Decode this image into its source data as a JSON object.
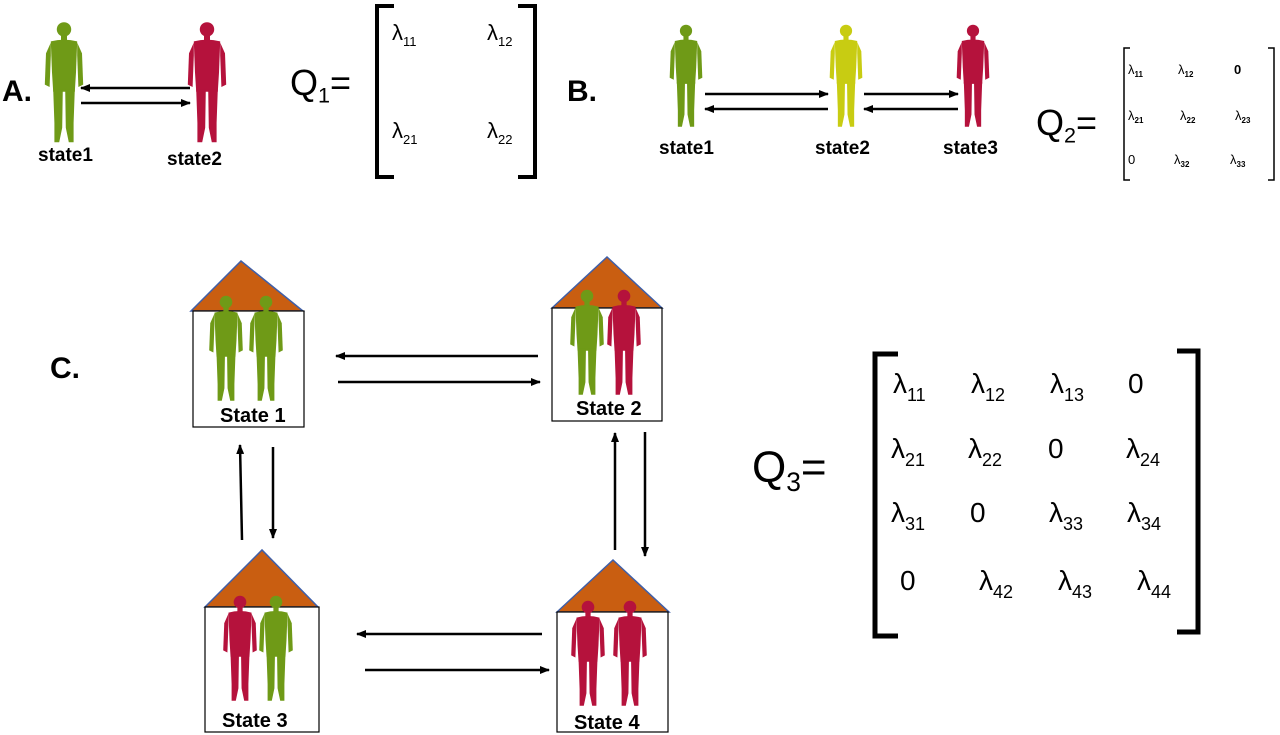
{
  "panelA": {
    "label": "A.",
    "states": [
      "state1",
      "state2"
    ],
    "matrix_name": "Q",
    "matrix_sub": "1",
    "matrix_eq": "=",
    "matrix": [
      [
        "λ",
        "11"
      ],
      [
        "λ",
        "12"
      ],
      [
        "λ",
        "21"
      ],
      [
        "λ",
        "22"
      ]
    ]
  },
  "panelB": {
    "label": "B.",
    "states": [
      "state1",
      "state2",
      "state3"
    ],
    "matrix_name": "Q",
    "matrix_sub": "2",
    "matrix_eq": "=",
    "matrix": [
      [
        [
          "λ",
          "11"
        ],
        [
          "λ",
          "12"
        ],
        [
          "0",
          ""
        ]
      ],
      [
        [
          "λ",
          "21"
        ],
        [
          "λ",
          "22"
        ],
        [
          "λ",
          "23"
        ]
      ],
      [
        [
          "0",
          ""
        ],
        [
          "λ",
          "32"
        ],
        [
          "λ",
          "33"
        ]
      ]
    ]
  },
  "panelC": {
    "label": "C.",
    "houses": [
      "State 1",
      "State 2",
      "State 3",
      "State 4"
    ],
    "matrix_name": "Q",
    "matrix_sub": "3",
    "matrix_eq": "=",
    "matrix": [
      [
        [
          "λ",
          "11"
        ],
        [
          "λ",
          "12"
        ],
        [
          "λ",
          "13"
        ],
        [
          "0",
          ""
        ]
      ],
      [
        [
          "λ",
          "21"
        ],
        [
          "λ",
          "22"
        ],
        [
          "0",
          ""
        ],
        [
          "λ",
          "24"
        ]
      ],
      [
        [
          "λ",
          "31"
        ],
        [
          "0",
          ""
        ],
        [
          "λ",
          "33"
        ],
        [
          "λ",
          "34"
        ]
      ],
      [
        [
          "0",
          ""
        ],
        [
          "λ",
          "42"
        ],
        [
          "λ",
          "43"
        ],
        [
          "λ",
          "44"
        ]
      ]
    ]
  },
  "colors": {
    "healthy": "#6f9a17",
    "infected_yellow": "#c8cc12",
    "infected": "#b5123c",
    "roof": "#c95e11",
    "roof_edge": "#3f5fa8"
  }
}
